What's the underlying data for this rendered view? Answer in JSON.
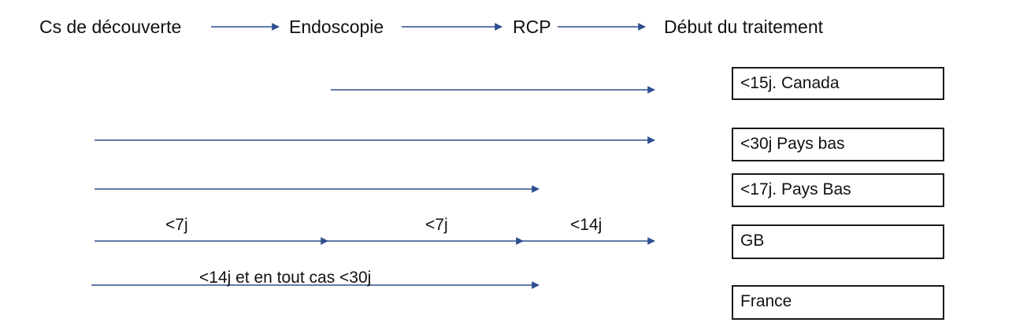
{
  "stages": {
    "consultation": "Cs de découverte",
    "endoscopie": "Endoscopie",
    "rcp": "RCP",
    "traitement": "Début du traitement"
  },
  "countries": {
    "canada": "<15j. Canada",
    "pays_bas_30": "<30j Pays bas",
    "pays_bas_17": "<17j. Pays Bas",
    "gb": "GB",
    "france": "France"
  },
  "delays": {
    "gb_segment_1": "<7j",
    "gb_segment_2": "<7j",
    "gb_segment_3": "<14j",
    "france": "<14j et en tout cas <30j"
  },
  "colors": {
    "arrow": "#2f4f8f",
    "box_border": "#1a1a1a",
    "text": "#111111"
  }
}
